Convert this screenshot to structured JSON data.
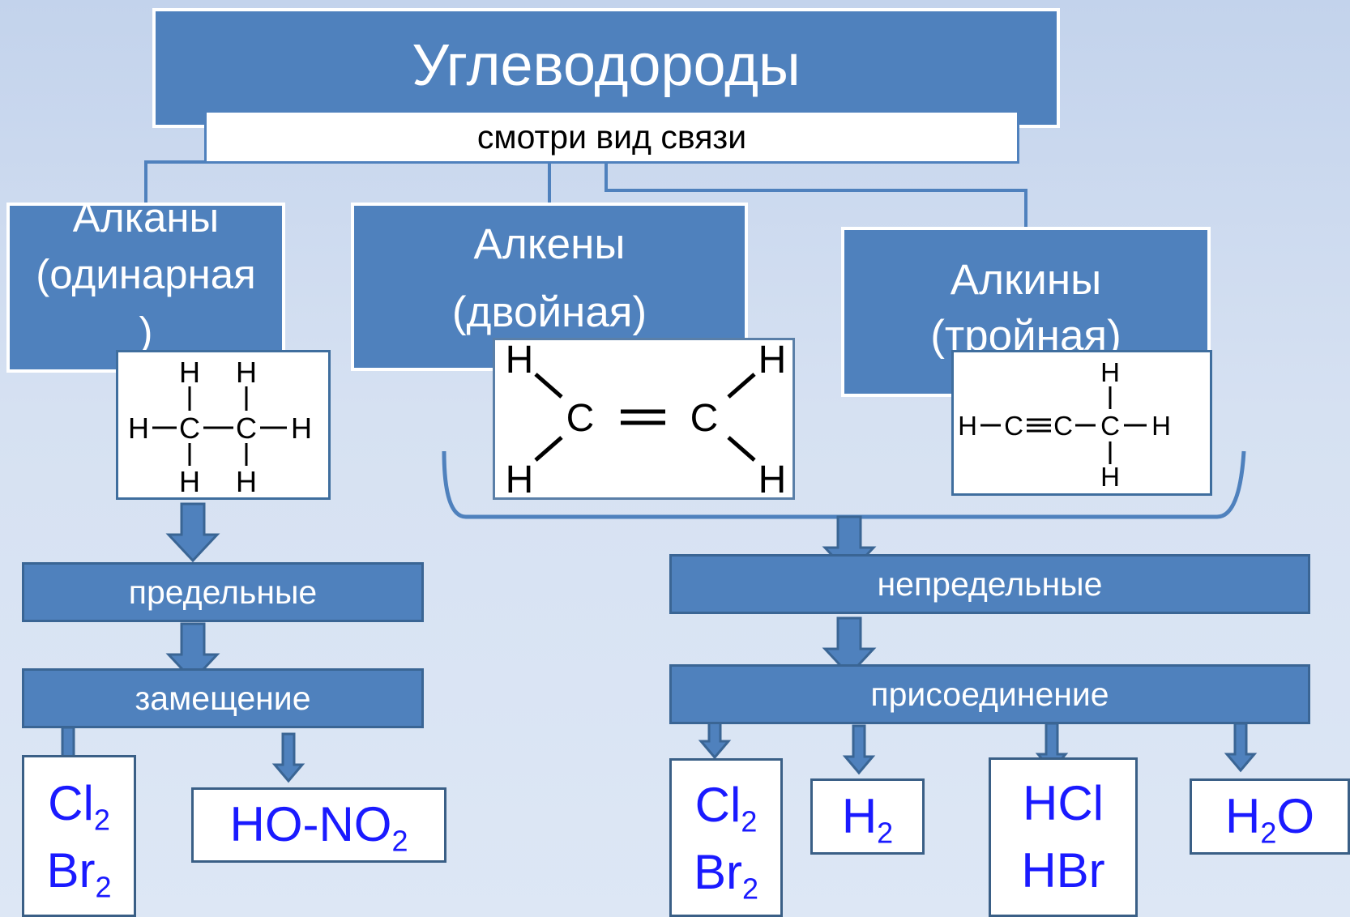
{
  "title": "Углеводороды",
  "subtitle": "смотри вид связи",
  "alkanes": {
    "name": "Алканы",
    "bond": "(одинарная",
    "bond_tail": ")"
  },
  "alkenes": {
    "name": "Алкены",
    "bond": "(двойная)"
  },
  "alkynes": {
    "name": "Алкины",
    "bond": "(тройная)"
  },
  "saturated": "предельные",
  "unsaturated": "непредельные",
  "substitution": "замещение",
  "addition": "присоединение",
  "reagents_substitution": [
    {
      "lines": [
        [
          "Cl",
          "2"
        ],
        [
          "Br",
          "2"
        ]
      ]
    },
    {
      "lines": [
        [
          "HO-NO",
          "2"
        ]
      ]
    }
  ],
  "reagents_addition": [
    {
      "lines": [
        [
          "Cl",
          "2"
        ],
        [
          "Br",
          "2"
        ]
      ]
    },
    {
      "lines": [
        [
          "H",
          "2"
        ]
      ]
    },
    {
      "lines": [
        [
          "HCl",
          ""
        ],
        [
          "HBr",
          ""
        ]
      ]
    },
    {
      "lines": [
        [
          "H",
          "2",
          "O"
        ]
      ]
    }
  ],
  "atoms": {
    "h": "H",
    "c": "C"
  },
  "colors": {
    "box_fill": "#4f81bd",
    "box_border": "#3a6594",
    "formula_text": "#1a1aff",
    "background": "#c3d3ec"
  }
}
